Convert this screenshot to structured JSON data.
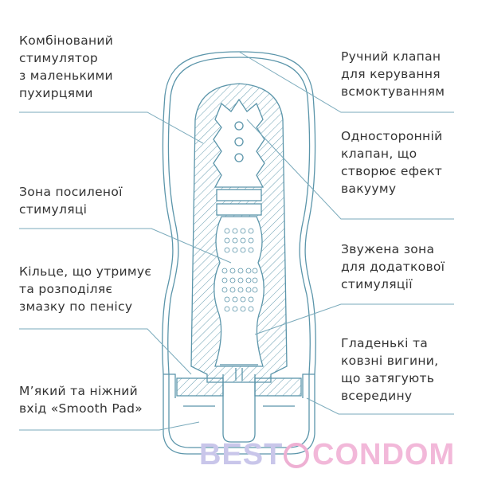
{
  "left_labels": [
    {
      "lines": [
        "Комбінований",
        "стимулятор",
        "з маленькими",
        "пухирцями"
      ]
    },
    {
      "lines": [
        "Зона посиленої",
        "стимуляці"
      ]
    },
    {
      "lines": [
        "Кільце, що утримує",
        "та розподіляє",
        "змазку по пенісу"
      ]
    },
    {
      "lines": [
        "М’який та ніжний",
        "вхід «Smooth Pad»"
      ]
    }
  ],
  "right_labels": [
    {
      "lines": [
        "Ручний клапан",
        "для керування",
        "всмоктуванням"
      ]
    },
    {
      "lines": [
        "Односторонній",
        "клапан, що",
        "створює ефект",
        "вакууму"
      ]
    },
    {
      "lines": [
        "Звужена зона",
        "для додаткової",
        "стимуляції"
      ]
    },
    {
      "lines": [
        "Гладенькі та",
        "ковзні вигини,",
        "що затягують",
        "всередину"
      ]
    }
  ],
  "watermark": {
    "left": "BEST",
    "right": "CONDOM",
    "left_color": "#c9c6ea",
    "right_color": "#f2b8d9"
  },
  "colors": {
    "line": "#4f8fa5",
    "text": "#333333"
  }
}
